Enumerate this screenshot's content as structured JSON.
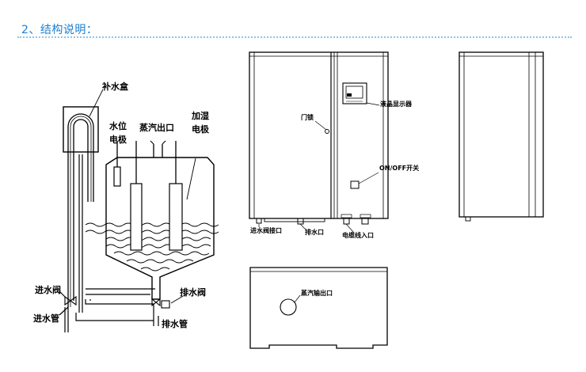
{
  "heading": "2、结构说明：",
  "schematic": {
    "refill_box": "补水盒",
    "level_electrode_1": "水位",
    "level_electrode_2": "电极",
    "steam_outlet": "蒸汽出口",
    "humid_electrode_1": "加湿",
    "humid_electrode_2": "电极",
    "inlet_valve": "进水阀",
    "inlet_pipe": "进水管",
    "drain_valve": "排水阀",
    "drain_pipe": "排水管"
  },
  "front_view": {
    "lcd_display": "液晶显示器",
    "door_lock": "门锁",
    "onoff_switch": "ON/OFF开关",
    "inlet_port": "进水阀接口",
    "drain_port": "排水口",
    "cable_inlet": "电缆线入口"
  },
  "top_view": {
    "steam_pipe_outlet": "蒸汽输出口"
  },
  "colors": {
    "heading": "#1a7fd1",
    "rule": "#8fc3ea",
    "line": "#000000"
  }
}
